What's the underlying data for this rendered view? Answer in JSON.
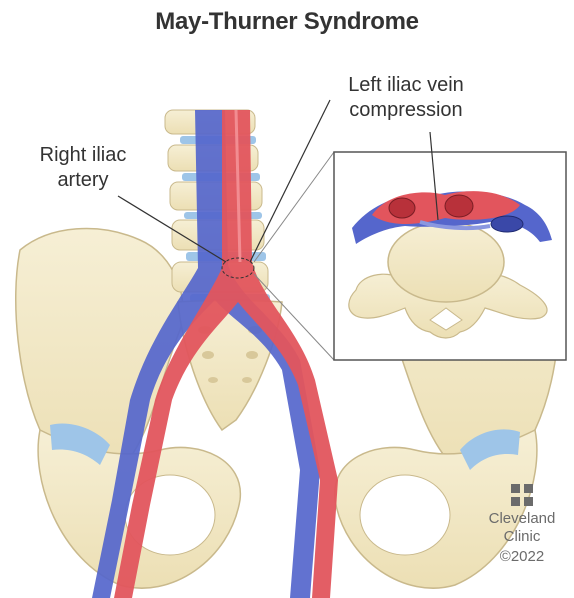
{
  "title": "May-Thurner Syndrome",
  "labels": {
    "right_iliac_artery": [
      "Right iliac",
      "artery"
    ],
    "left_iliac_vein_compression": [
      "Left iliac vein",
      "compression"
    ]
  },
  "brand": {
    "name_line1": "Cleveland",
    "name_line2": "Clinic",
    "copyright": "©2022"
  },
  "colors": {
    "bone": "#f4ebcc",
    "bone_outline": "#c9b98c",
    "artery": "#e2555d",
    "artery_dark": "#b8313a",
    "vein": "#5566cc",
    "vein_light": "#8a97e0",
    "ligament": "#9ec5e8",
    "inset_border": "#555555",
    "text": "#333333",
    "brand_gray": "#6b6b6b"
  },
  "icons": [
    "cleveland-clinic-cross-icon"
  ]
}
